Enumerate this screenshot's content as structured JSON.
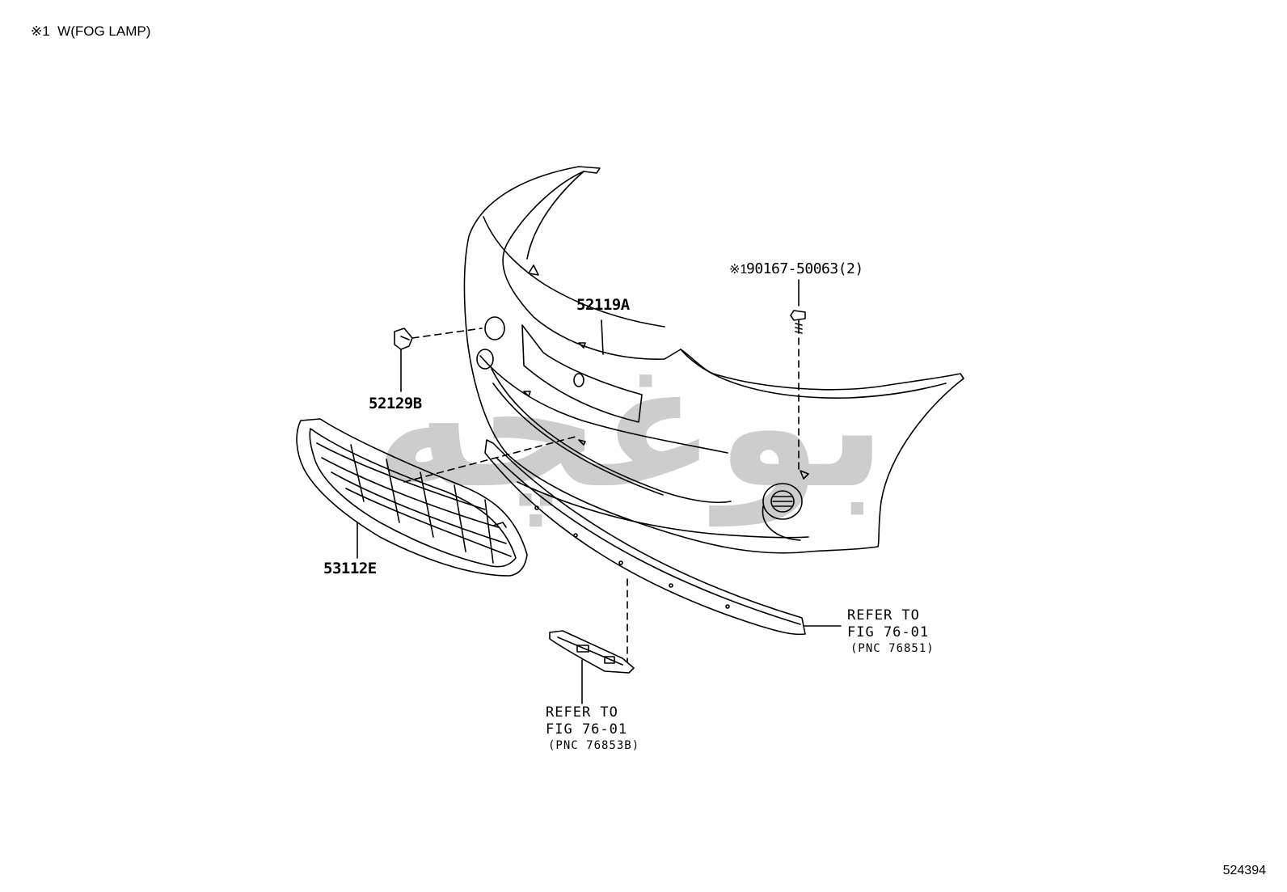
{
  "header_note": "※1  W(FOG LAMP)",
  "watermark_text": "بوغچه",
  "parts": [
    {
      "id": "bumper",
      "number": "52119A"
    },
    {
      "id": "bumper-cap",
      "number": "52129B"
    },
    {
      "id": "lower-grille",
      "number": "53112E"
    },
    {
      "id": "screw",
      "marker": "※1",
      "number": "90167-50063(2)"
    }
  ],
  "references": [
    {
      "id": "spoiler-ref",
      "lines": [
        "REFER TO",
        "FIG 76-01"
      ],
      "pnc": "(PNC 76851)"
    },
    {
      "id": "bracket-ref",
      "lines": [
        "REFER TO",
        "FIG 76-01"
      ],
      "pnc": "(PNC 76853B)"
    }
  ],
  "figure_number": "524394",
  "colors": {
    "line": "#000000",
    "watermark": "#c8c8c8",
    "background": "#ffffff"
  }
}
